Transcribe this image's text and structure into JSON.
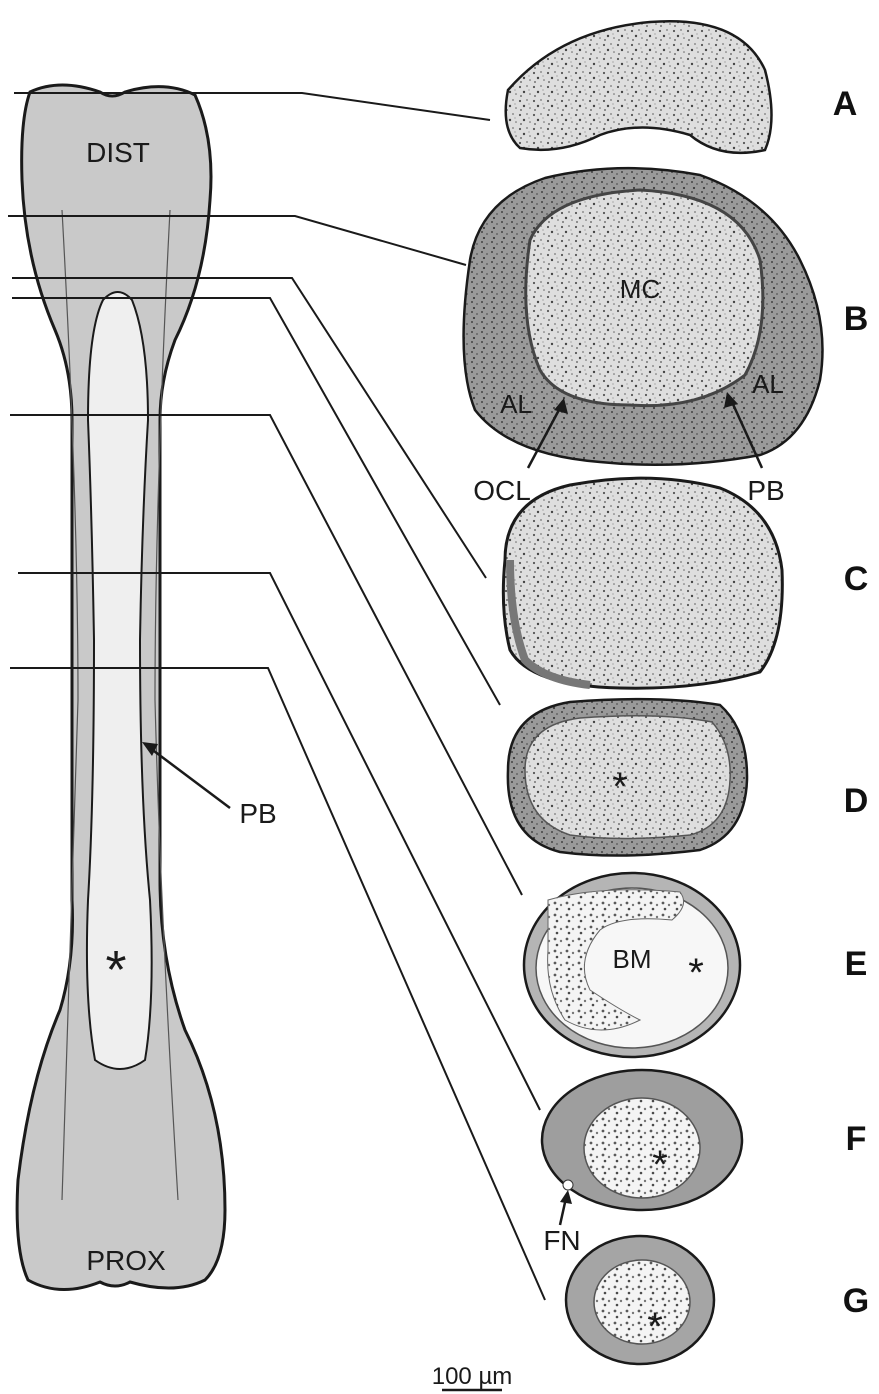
{
  "bone": {
    "distal_label": "DIST",
    "proximal_label": "PROX",
    "marrow_symbol": "*",
    "periosteal_bone_label": "PB"
  },
  "sections": [
    {
      "panel": "A",
      "labels": []
    },
    {
      "panel": "B",
      "labels": [
        "MC",
        "AL",
        "AL",
        "OCL",
        "PB"
      ]
    },
    {
      "panel": "C",
      "labels": []
    },
    {
      "panel": "D",
      "labels": [
        "*"
      ]
    },
    {
      "panel": "E",
      "labels": [
        "BM",
        "*"
      ]
    },
    {
      "panel": "F",
      "labels": [
        "*",
        "FN"
      ]
    },
    {
      "panel": "G",
      "labels": [
        "*"
      ]
    }
  ],
  "scale_bar": {
    "label": "100 µm"
  },
  "colors": {
    "bone_fill": "#c9c9c9",
    "marrow_fill": "#efefef",
    "outline": "#1a1a1a",
    "section_tissue": "#bdbdbd",
    "section_inner": "#e4e4e4"
  }
}
